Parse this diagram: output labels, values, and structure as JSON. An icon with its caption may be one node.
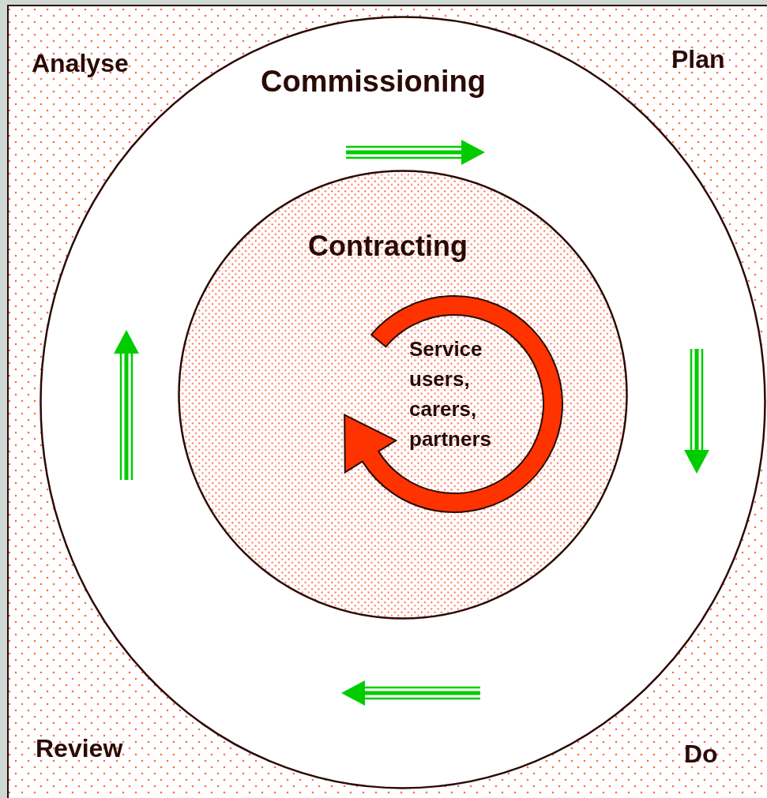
{
  "diagram": {
    "nodes": [
      {
        "text": [
          "Commissioning"
        ]
      },
      {
        "text": [
          "Contracting",
          "Service users, carers, partners"
        ],
        "in": 0
      }
    ],
    "labels": [
      "Analyse",
      "Plan",
      "Review",
      "Do"
    ]
  }
}
